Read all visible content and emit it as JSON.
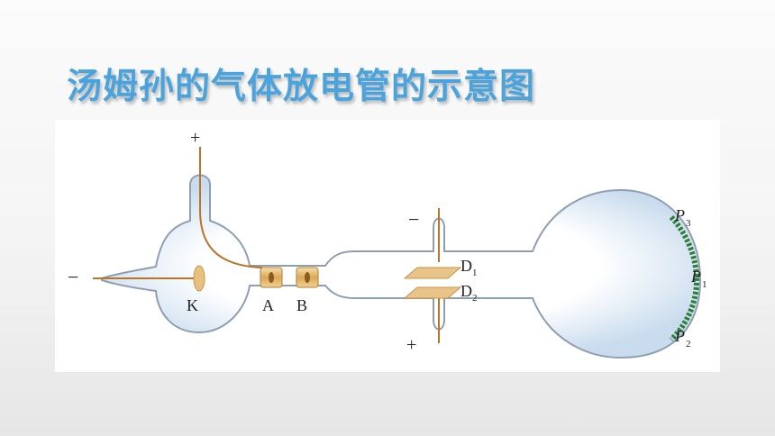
{
  "title": "汤姆孙的气体放电管的示意图",
  "diagram": {
    "labels": {
      "plus_top": "+",
      "minus_left": "−",
      "cathode": "K",
      "anode_a": "A",
      "anode_b": "B",
      "minus_plate": "−",
      "plus_plate": "+",
      "plate_d1_main": "D",
      "plate_d1_sub": "1",
      "plate_d2_main": "D",
      "plate_d2_sub": "2",
      "screen_p3_main": "P",
      "screen_p3_sub": "3",
      "screen_p1_main": "P",
      "screen_p1_sub": "1",
      "screen_p2_main": "P",
      "screen_p2_sub": "2"
    },
    "colors": {
      "title": "#4aa3dc",
      "wire": "#b8742a",
      "glass_edge": "#8f9fb1",
      "glass_fill": "#dde9f5",
      "electrode": "#e7c17e",
      "screen": "#2f7d3a"
    }
  }
}
